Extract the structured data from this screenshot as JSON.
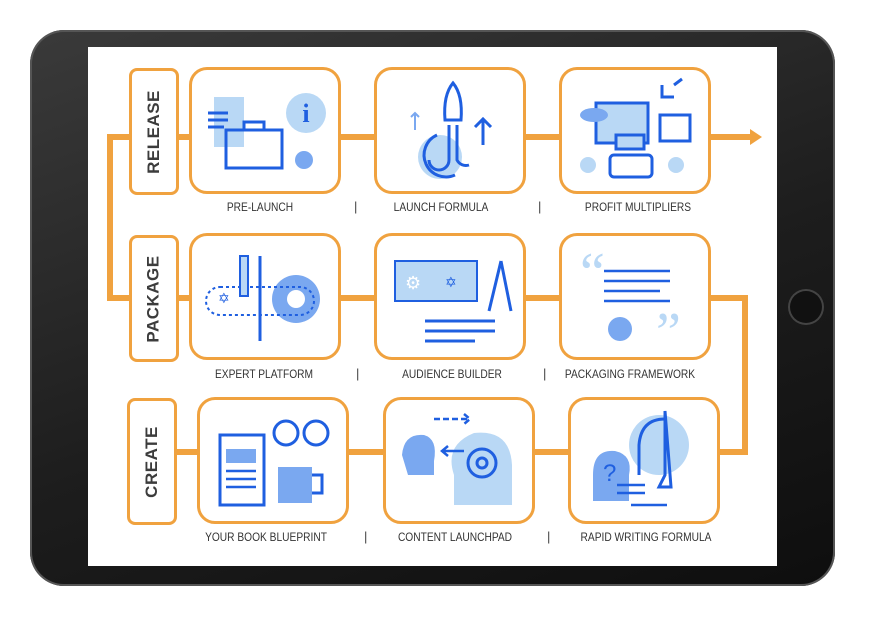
{
  "colors": {
    "accent": "#f0a23f",
    "icon_blue": "#1f5fe0",
    "icon_light": "#b9d8f5"
  },
  "rows": [
    {
      "label": "RELEASE",
      "steps": [
        "PRE-LAUNCH",
        "LAUNCH FORMULA",
        "PROFIT MULTIPLIERS"
      ]
    },
    {
      "label": "PACKAGE",
      "steps": [
        "EXPERT PLATFORM",
        "AUDIENCE BUILDER",
        "PACKAGING FRAMEWORK"
      ]
    },
    {
      "label": "CREATE",
      "steps": [
        "YOUR BOOK BLUEPRINT",
        "CONTENT LAUNCHPAD",
        "RAPID WRITING FORMULA"
      ]
    }
  ],
  "separator": "|"
}
